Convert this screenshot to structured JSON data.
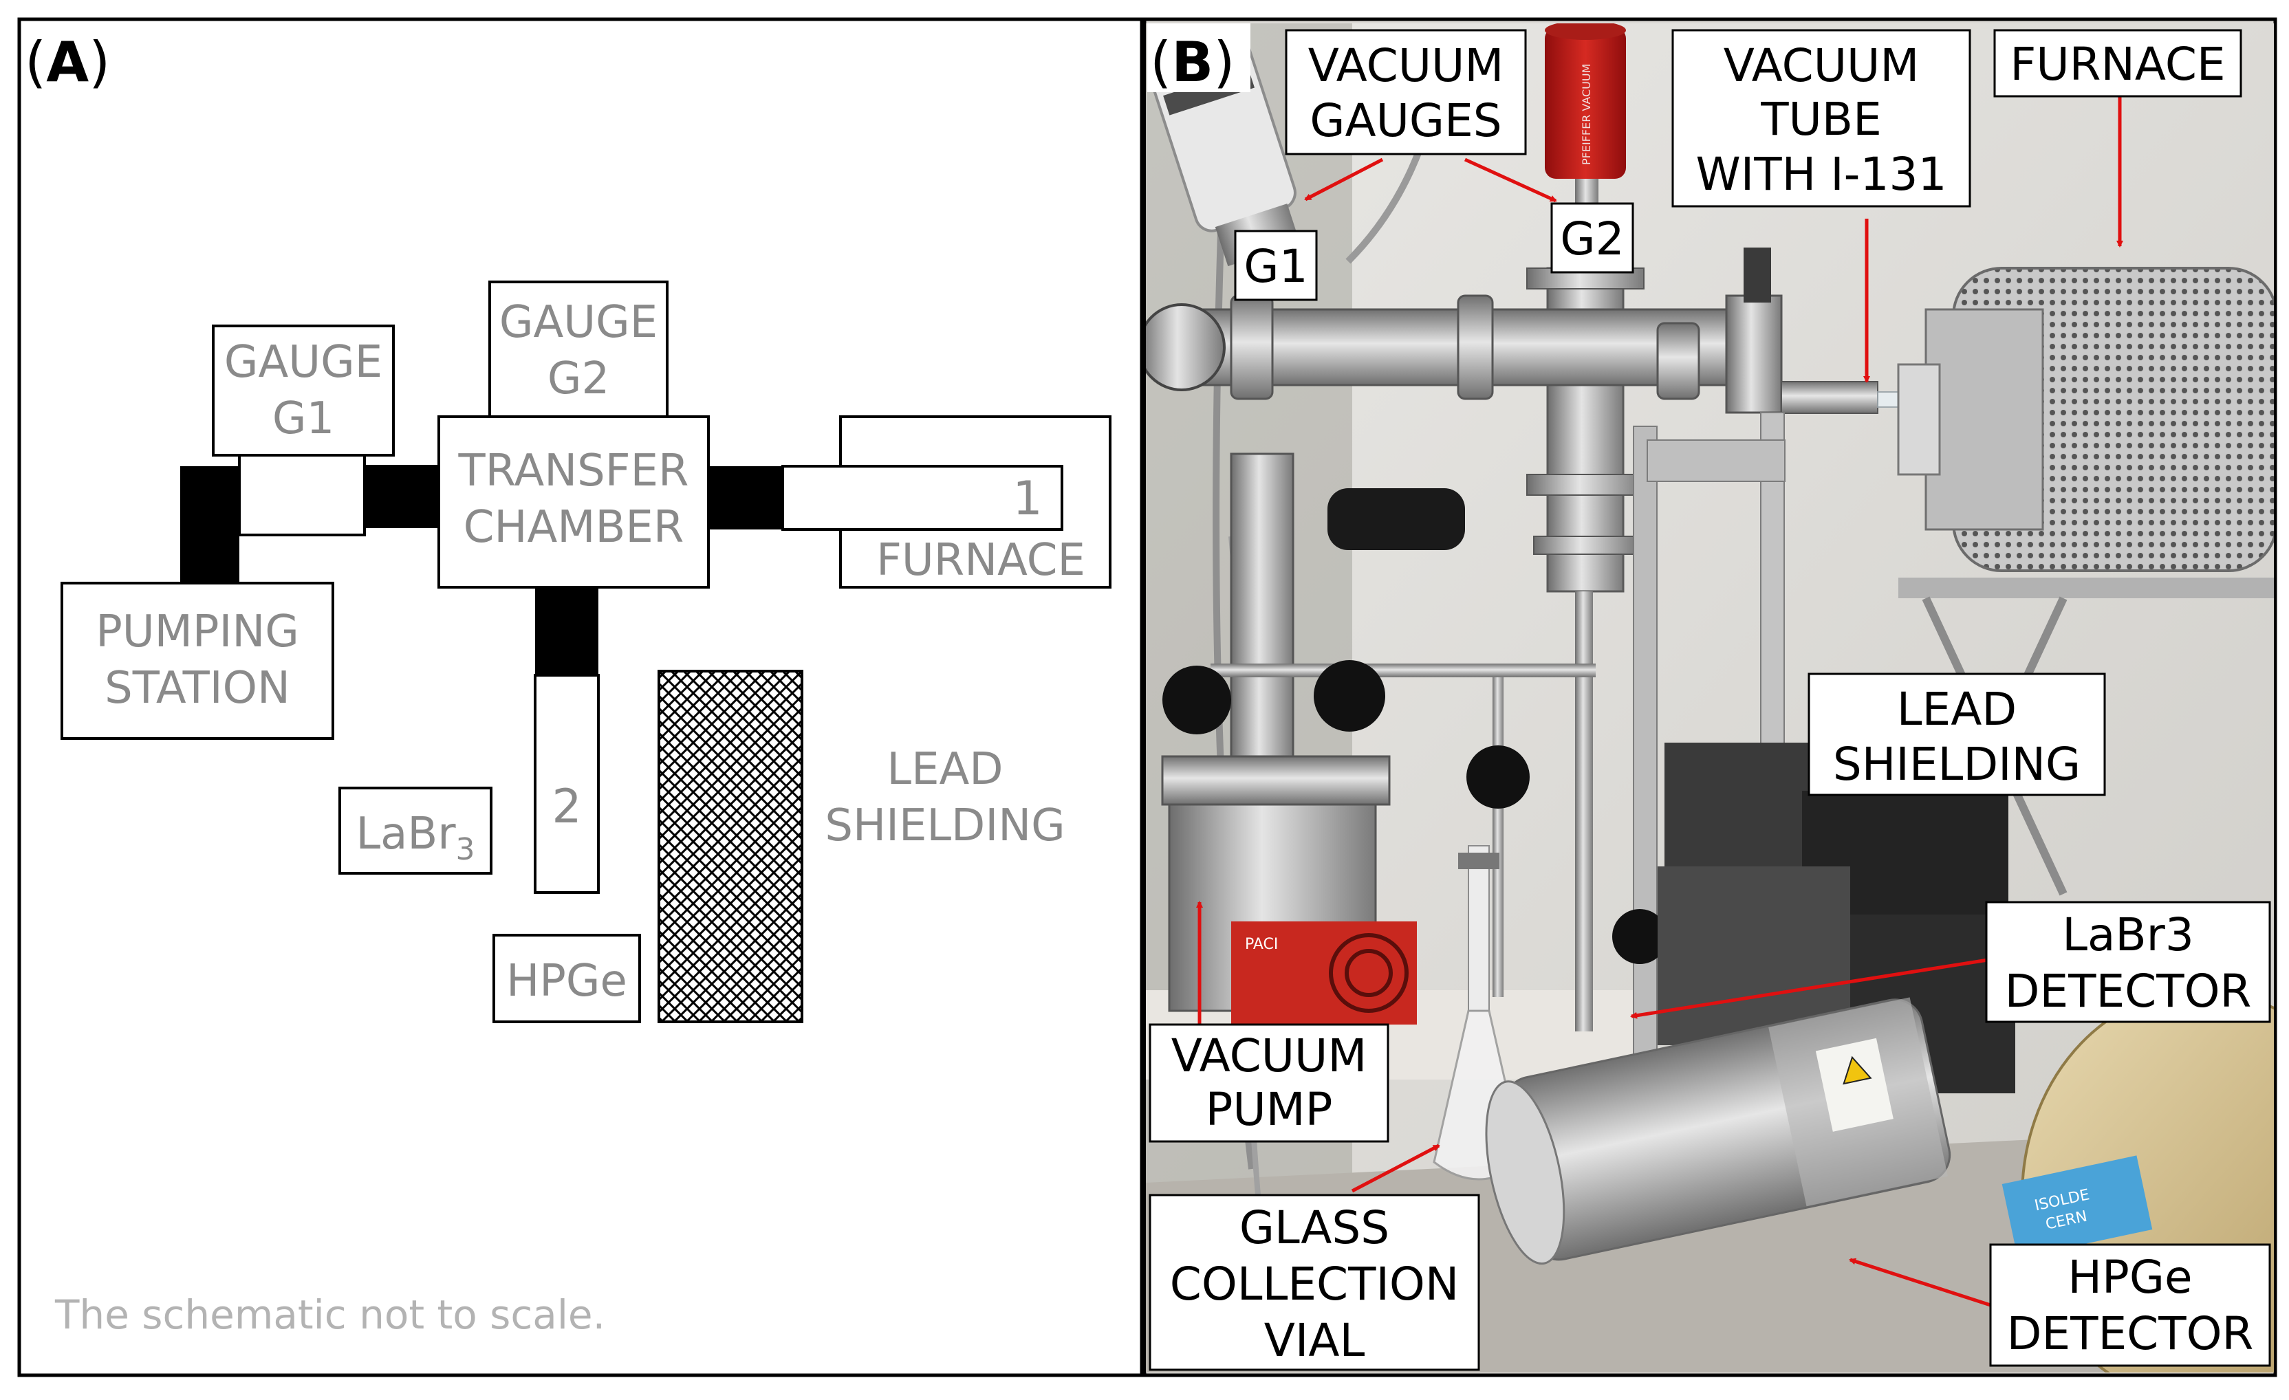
{
  "panel_a": {
    "letter": "A",
    "gauge_g1": [
      "GAUGE",
      "G1"
    ],
    "gauge_g2": [
      "GAUGE",
      "G2"
    ],
    "transfer_chamber": [
      "TRANSFER",
      "CHAMBER"
    ],
    "furnace": "FURNACE",
    "furnace_position": "1",
    "pumping_station": [
      "PUMPING",
      "STATION"
    ],
    "labr3_base": "LaBr",
    "labr3_sub": "3",
    "vial_position": "2",
    "hpge": "HPGe",
    "lead_shielding": [
      "LEAD",
      "SHIELDING"
    ],
    "footnote": "The schematic not to scale."
  },
  "panel_b": {
    "letter": "B",
    "callouts": {
      "vacuum_gauges": [
        "VACUUM",
        "GAUGES"
      ],
      "g1": "G1",
      "g2": "G2",
      "vacuum_tube": [
        "VACUUM",
        "TUBE",
        "WITH I-131"
      ],
      "furnace": "FURNACE",
      "lead_shielding": [
        "LEAD",
        "SHIELDING"
      ],
      "labr3_detector": [
        "LaBr3",
        "DETECTOR"
      ],
      "vacuum_pump": [
        "VACUUM",
        "PUMP"
      ],
      "glass_vial": [
        "GLASS",
        "COLLECTION",
        "VIAL"
      ],
      "hpge_detector": [
        "HPGe",
        "DETECTOR"
      ]
    },
    "photo_labels": {
      "gauge_brand": "PFEIFFER VACUUM",
      "pump_brand": "PACI",
      "sticker": [
        "ISOLDE",
        "CERN"
      ]
    }
  }
}
